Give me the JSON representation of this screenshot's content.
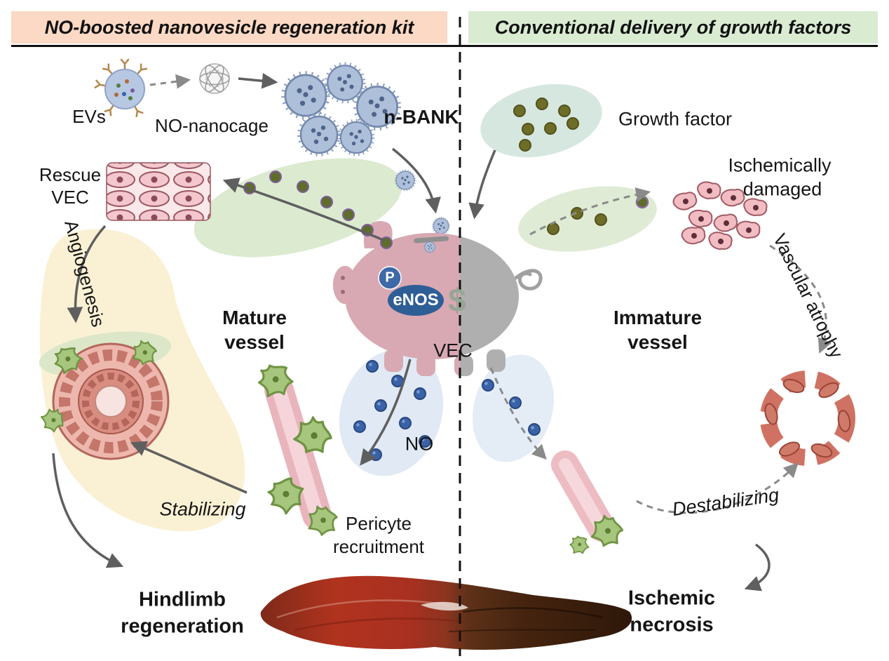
{
  "headers": {
    "left": "NO-boosted nanovesicle regeneration kit",
    "right": "Conventional delivery of growth factors"
  },
  "left_panel": {
    "evs": "EVs",
    "nanocage": "NO-nanocage",
    "nbank": "n-BANK",
    "rescue_vec": {
      "line1": "Rescue",
      "line2": "VEC"
    },
    "angiogenesis": "Angiogenesis",
    "mature_vessel": {
      "line1": "Mature",
      "line2": "vessel"
    },
    "no": "NO",
    "pericyte_recruitment": {
      "line1": "Pericyte",
      "line2": "recruitment"
    },
    "stabilizing": "Stabilizing",
    "hindlimb": {
      "line1": "Hindlimb",
      "line2": "regeneration"
    }
  },
  "center": {
    "p": "P",
    "enos": "eNOS",
    "dollar": "$",
    "vec": "VEC"
  },
  "right_panel": {
    "growth_factor": "Growth factor",
    "ischemically_damaged": {
      "line1": "Ischemically",
      "line2": "damaged"
    },
    "vascular_atrophy": "Vascular atrophy",
    "immature_vessel": {
      "line1": "Immature",
      "line2": "vessel"
    },
    "destabilizing": "Destabilizing",
    "ischemic_necrosis": {
      "line1": "Ischemic",
      "line2": "necrosis"
    }
  },
  "colors": {
    "header_left_bg": "#fbd9c4",
    "header_right_bg": "#d9ecd2",
    "piggy_left": "#d8a9b3",
    "piggy_right": "#b0afaf",
    "enos_badge": "#2e5e96",
    "p_badge": "#3d6aa6",
    "no_dot": "#3a62a8",
    "growth_factor_dot": "#6e6d28",
    "ev_secretion_blob": "#dcead0",
    "no_blob": "#e1e9f4",
    "angiogenesis_blob": "#faf1d4",
    "healthy_muscle": "#b0331e",
    "necrotic_muscle": "#2e180a"
  }
}
